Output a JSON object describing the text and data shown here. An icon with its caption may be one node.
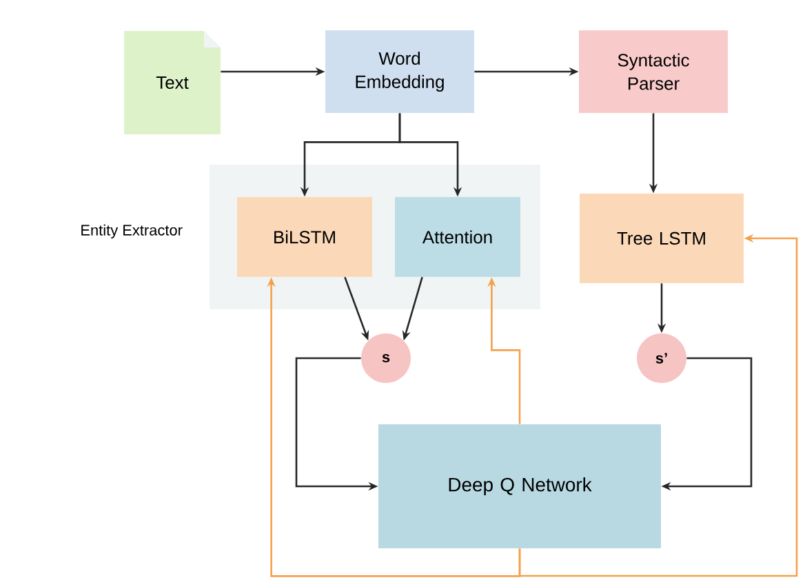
{
  "diagram": {
    "nodes": [
      {
        "text": [
          "Entity Extractor"
        ]
      },
      {
        "text": [
          "Text"
        ]
      },
      {
        "text": [
          "Word Embedding"
        ]
      },
      {
        "text": [
          "Syntactic Parser"
        ]
      },
      {
        "text": [
          "BiLSTM"
        ],
        "in": 0
      },
      {
        "text": [
          "Attention"
        ],
        "in": 0
      },
      {
        "text": [
          "Tree LSTM"
        ]
      },
      {
        "text": [
          "s"
        ]
      },
      {
        "text": [
          "s’"
        ]
      },
      {
        "text": [
          "Deep Q Network"
        ]
      }
    ],
    "edges": [
      {
        "from": 1,
        "to": 2,
        "arrow": "to"
      },
      {
        "from": 2,
        "to": 3,
        "arrow": "to"
      },
      {
        "from": 2,
        "to": 4,
        "arrow": "to"
      },
      {
        "from": 2,
        "to": 5,
        "arrow": "to"
      },
      {
        "from": 3,
        "to": 6,
        "arrow": "to"
      },
      {
        "from": 4,
        "to": 7,
        "arrow": "to"
      },
      {
        "from": 5,
        "to": 7,
        "arrow": "to"
      },
      {
        "from": 6,
        "to": 8,
        "arrow": "to"
      },
      {
        "from": 7,
        "to": 9,
        "arrow": "to"
      },
      {
        "from": 8,
        "to": 9,
        "arrow": "to"
      },
      {
        "from": 9,
        "to": 5,
        "arrow": "to",
        "color": "#f5a04a"
      },
      {
        "from": 9,
        "to": 4,
        "arrow": "to",
        "color": "#f5a04a"
      },
      {
        "from": 9,
        "to": 6,
        "arrow": "to",
        "color": "#f5a04a"
      }
    ]
  }
}
